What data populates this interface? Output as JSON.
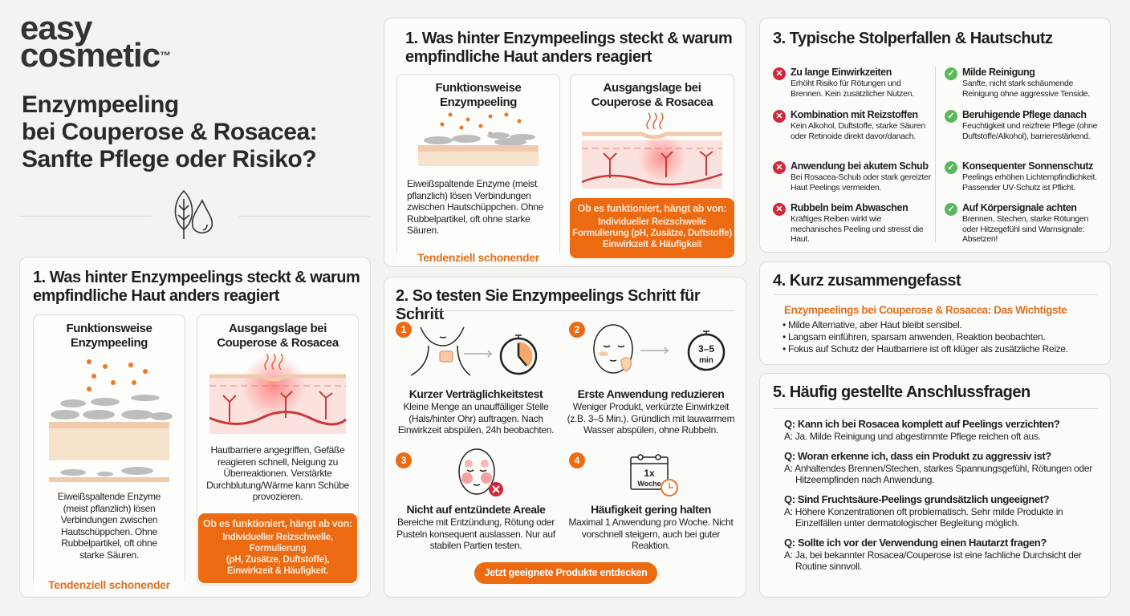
{
  "brand": {
    "line1": "easy",
    "line2": "cosmetic",
    "tm": "™"
  },
  "hero": {
    "title_lines": [
      "Enzympeeling",
      "bei Couperose & Rosacea:",
      "Sanfte Pflege oder Risiko?"
    ],
    "icon": "leaf-drop-icon"
  },
  "section1_left": {
    "title": "1. Was hinter Enzympeelings steckt & warum empfindliche Haut anders reagiert",
    "card1": {
      "title": "Funktionsweise Enzympeeling",
      "text": "Eiweißspaltende Enzyme (meist pflanzlich) lösen Verbindungen zwischen Hautschüppchen. Ohne Rubbelpartikel, oft ohne starke Säuren.",
      "tag": "Tendenziell schonender"
    },
    "card2": {
      "title": "Ausgangslage bei Couperose & Rosacea",
      "text": "Hautbarriere angegriffen, Gefäße reagieren schnell, Neigung zu Überreaktionen. Verstärkte Durchblutung/Wärme kann Schübe provozieren.",
      "box_heading": "Ob es funktioniert, hängt ab von:",
      "box_lines": [
        "Individueller Reizschwelle,",
        "Formulierung",
        "(pH, Zusätze, Duftstoffe),",
        "Einwirkzeit & Häufigkeit."
      ]
    }
  },
  "section1_mid": {
    "title": "1. Was hinter Enzympeelings steckt & warum empfindliche Haut anders reagiert",
    "card1": {
      "title": "Funktionsweise Enzympeeling",
      "text": "Eiweißspaltende Enzyme (meist pflanzlich) lösen Verbindungen zwischen Hautschüppchen. Ohne Rubbelpartikel, oft ohne starke Säuren.",
      "tag": "Tendenziell schonender"
    },
    "card2": {
      "title": "Ausgangslage bei Couperose & Rosacea",
      "box_heading": "Ob es funktioniert, hängt ab von:",
      "box_lines": [
        "Individueller Reizschwelle",
        "Formulierung (pH, Zusätze, Duftstoffe)",
        "Einwirkzeit & Häufigkeit"
      ]
    }
  },
  "section2": {
    "title": "2. So testen Sie Enzympeelings Schritt für Schritt",
    "steps": [
      {
        "num": "1",
        "title": "Kurzer Verträglichkeitstest",
        "text": "Kleine Menge an unauffälliger Stelle (Hals/hinter Ohr) auftragen. Nach Einwirkzeit abspülen, 24h beobachten."
      },
      {
        "num": "2",
        "title": "Erste Anwendung reduzieren",
        "text": "Weniger Produkt, verkürzte Einwirkzeit (z.B. 3–5 Min.). Gründlich mit lauwarmem Wasser abspülen, ohne Rubbeln.",
        "timer_label": "3–5",
        "timer_unit": "min"
      },
      {
        "num": "3",
        "title": "Nicht auf entzündete Areale",
        "text": "Bereiche mit Entzündung, Rötung oder Pusteln konsequent auslassen. Nur auf stabilen Partien testen."
      },
      {
        "num": "4",
        "title": "Häufigkeit gering halten",
        "text": "Maximal 1 Anwendung pro Woche. Nicht vorschnell steigern, auch bei guter Reaktion.",
        "calendar_label": "1x",
        "calendar_unit": "Woche"
      }
    ],
    "cta": "Jetzt geeignete Produkte entdecken"
  },
  "section3": {
    "title": "3. Typische Stolperfallen & Hautschutz",
    "dont": [
      {
        "title": "Zu lange Einwirkzeiten",
        "text": "Erhöht Risiko für Rötungen und Brennen. Kein zusätzlicher Nutzen."
      },
      {
        "title": "Kombination mit Reizstoffen",
        "text": "Kein Alkohol, Duftstoffe, starke Säuren oder Retinoide direkt davor/danach."
      },
      {
        "title": "Anwendung bei akutem Schub",
        "text": "Bei Rosacea-Schub oder stark gereizter Haut Peelings vermeiden."
      },
      {
        "title": "Rubbeln beim Abwaschen",
        "text": "Kräftiges Reiben wirkt wie mechanisches Peeling und stresst die Haut."
      }
    ],
    "do": [
      {
        "title": "Milde Reinigung",
        "text": "Sanfte, nicht stark schäumende Reinigung ohne aggressive Tenside."
      },
      {
        "title": "Beruhigende Pflege danach",
        "text": "Feuchtigkeit und reizfreie Pflege (ohne Duftstoffe/Alkohol), barrierestärkend."
      },
      {
        "title": "Konsequenter Sonnenschutz",
        "text": "Peelings erhöhen Lichtempfindlichkeit. Passender UV-Schutz ist Pflicht."
      },
      {
        "title": "Auf Körpersignale achten",
        "text": "Brennen, Stechen, starke Rötungen oder Hitzegefühl sind Warnsignale: Absetzen!"
      }
    ],
    "colors": {
      "dont": "#d0283a",
      "do": "#5cb85c"
    }
  },
  "section4": {
    "title": "4. Kurz zusammengefasst",
    "subtitle": "Enzympeelings bei Couperose & Rosacea: Das Wichtigste",
    "bullets": [
      "Milde Alternative, aber Haut bleibt sensibel.",
      "Langsam einführen, sparsam anwenden, Reaktion beobachten.",
      "Fokus auf Schutz der Hautbarriere ist oft klüger als zusätzliche Reize."
    ]
  },
  "section5": {
    "title": "5. Häufig gestellte Anschlussfragen",
    "faq": [
      {
        "q": "Q: Kann ich bei Rosacea komplett auf Peelings verzichten?",
        "a": "A: Ja. Milde Reinigung und abgestimmte Pflege reichen oft aus."
      },
      {
        "q": "Q: Woran erkenne ich, dass ein Produkt zu aggressiv ist?",
        "a": "A: Anhaltendes Brennen/Stechen, starkes Spannungsgefühl, Rötungen oder Hitzeempfinden nach Anwendung."
      },
      {
        "q": "Q: Sind Fruchtsäure-Peelings grundsätzlich ungeeignet?",
        "a": "A: Höhere Konzentrationen oft problematisch. Sehr milde Produkte in Einzelfällen unter dermatologischer Begleitung möglich."
      },
      {
        "q": "Q: Sollte ich vor der Verwendung einen Hautarzt fragen?",
        "a": "A: Ja, bei bekannter Rosacea/Couperose ist eine fachliche Durchsicht der Routine sinnvoll."
      }
    ]
  },
  "colors": {
    "accent": "#ec6a12",
    "text": "#1e1e1e",
    "background": "#f3f3f1"
  }
}
